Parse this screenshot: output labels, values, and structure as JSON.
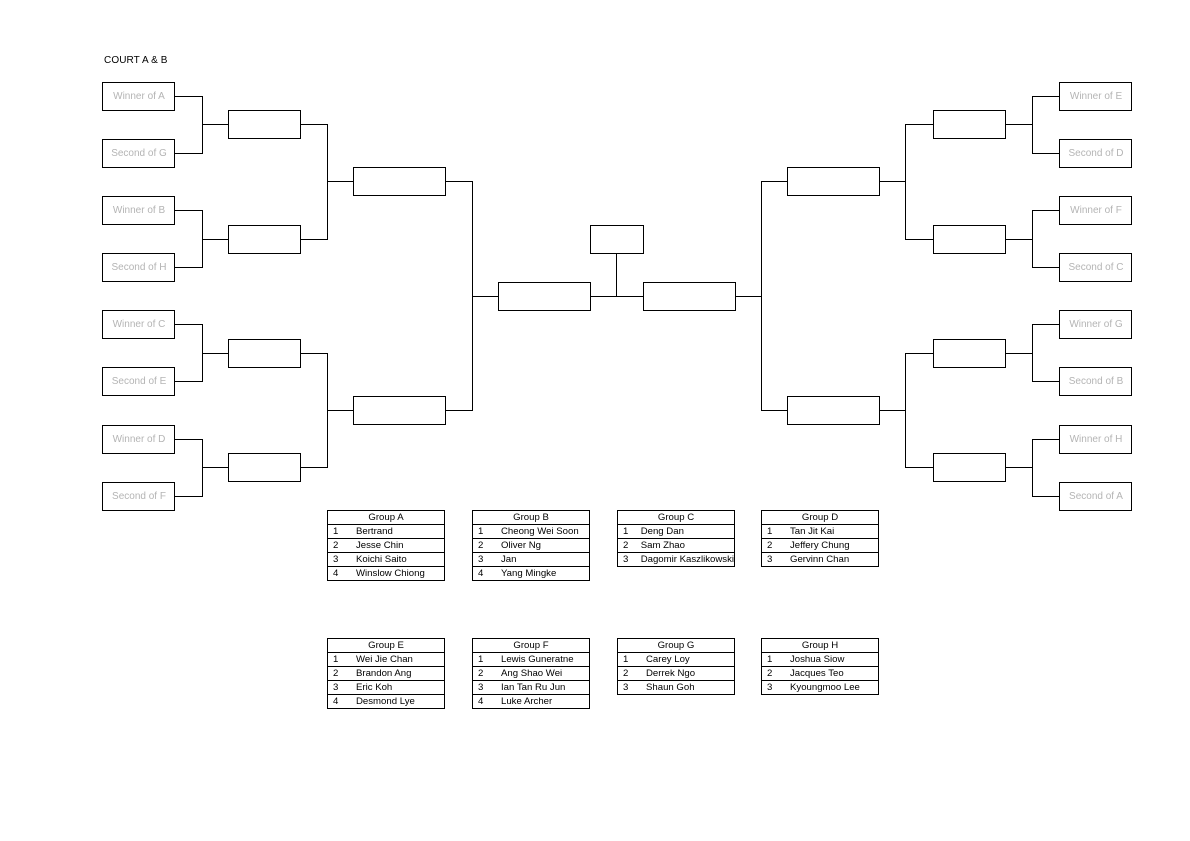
{
  "page": {
    "title": "COURT A & B"
  },
  "seeds_left": [
    "Winner of A",
    "Second of G",
    "Winner of B",
    "Second of H",
    "Winner of C",
    "Second of E",
    "Winner of D",
    "Second of F"
  ],
  "seeds_right": [
    "Winner of E",
    "Second of D",
    "Winner of F",
    "Second of C",
    "Winner of G",
    "Second of B",
    "Winner of H",
    "Second of A"
  ],
  "groups": [
    {
      "name": "Group A",
      "players": [
        {
          "pos": "1",
          "name": "Bertrand"
        },
        {
          "pos": "2",
          "name": "Jesse Chin"
        },
        {
          "pos": "3",
          "name": "Koichi Saito"
        },
        {
          "pos": "4",
          "name": "Winslow Chiong"
        }
      ]
    },
    {
      "name": "Group B",
      "players": [
        {
          "pos": "1",
          "name": "Cheong Wei Soon"
        },
        {
          "pos": "2",
          "name": "Oliver Ng"
        },
        {
          "pos": "3",
          "name": "Jan"
        },
        {
          "pos": "4",
          "name": "Yang Mingke"
        }
      ]
    },
    {
      "name": "Group C",
      "players": [
        {
          "pos": "1",
          "name": "Deng Dan"
        },
        {
          "pos": "2",
          "name": "Sam Zhao"
        },
        {
          "pos": "3",
          "name": "Dagomir Kaszlikowski"
        }
      ]
    },
    {
      "name": "Group D",
      "players": [
        {
          "pos": "1",
          "name": "Tan Jit Kai"
        },
        {
          "pos": "2",
          "name": "Jeffery Chung"
        },
        {
          "pos": "3",
          "name": "Gervinn Chan"
        }
      ]
    },
    {
      "name": "Group E",
      "players": [
        {
          "pos": "1",
          "name": "Wei Jie Chan"
        },
        {
          "pos": "2",
          "name": "Brandon Ang"
        },
        {
          "pos": "3",
          "name": "Eric Koh"
        },
        {
          "pos": "4",
          "name": "Desmond Lye"
        }
      ]
    },
    {
      "name": "Group F",
      "players": [
        {
          "pos": "1",
          "name": "Lewis Guneratne"
        },
        {
          "pos": "2",
          "name": "Ang Shao Wei"
        },
        {
          "pos": "3",
          "name": "Ian Tan Ru Jun"
        },
        {
          "pos": "4",
          "name": "Luke Archer"
        }
      ]
    },
    {
      "name": "Group G",
      "players": [
        {
          "pos": "1",
          "name": "Carey Loy"
        },
        {
          "pos": "2",
          "name": "Derrek Ngo"
        },
        {
          "pos": "3",
          "name": "Shaun Goh"
        }
      ]
    },
    {
      "name": "Group H",
      "players": [
        {
          "pos": "1",
          "name": "Joshua Siow"
        },
        {
          "pos": "2",
          "name": "Jacques Teo"
        },
        {
          "pos": "3",
          "name": "Kyoungmoo Lee"
        }
      ]
    }
  ]
}
